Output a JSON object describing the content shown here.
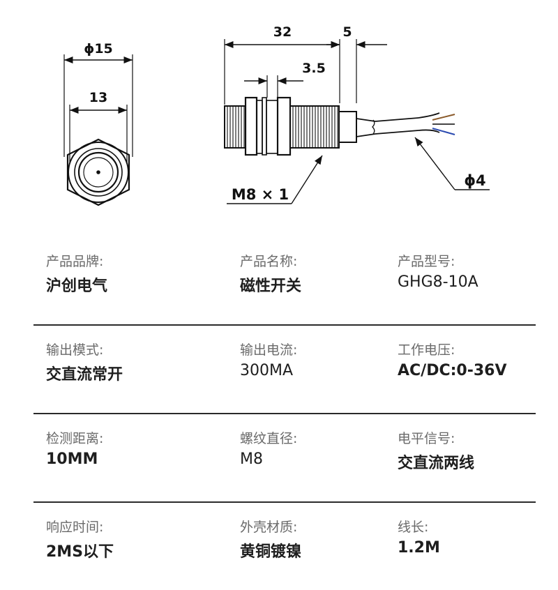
{
  "drawing": {
    "front_outer_diameter": "ϕ15",
    "front_inner_width": "13",
    "length": "32",
    "cable_offset": "5",
    "nut_width": "3.5",
    "thread": "M8 × 1",
    "cable_diameter": "ϕ4"
  },
  "specs": [
    [
      {
        "label": "产品品牌:",
        "value": "沪创电气"
      },
      {
        "label": "产品名称:",
        "value": "磁性开关"
      },
      {
        "label": "产品型号:",
        "value": "GHG8-10A"
      }
    ],
    [
      {
        "label": "输出模式:",
        "value": "交直流常开"
      },
      {
        "label": "输出电流:",
        "value": "300MA"
      },
      {
        "label": "工作电压:",
        "value": "AC/DC:0-36V"
      }
    ],
    [
      {
        "label": "检测距离:",
        "value": "10MM"
      },
      {
        "label": "螺纹直径:",
        "value": "M8"
      },
      {
        "label": "电平信号:",
        "value": "交直流两线"
      }
    ],
    [
      {
        "label": "响应时间:",
        "value": "2MS以下"
      },
      {
        "label": "外壳材质:",
        "value": "黄铜镀镍"
      },
      {
        "label": "线长:",
        "value": "1.2M"
      }
    ]
  ]
}
